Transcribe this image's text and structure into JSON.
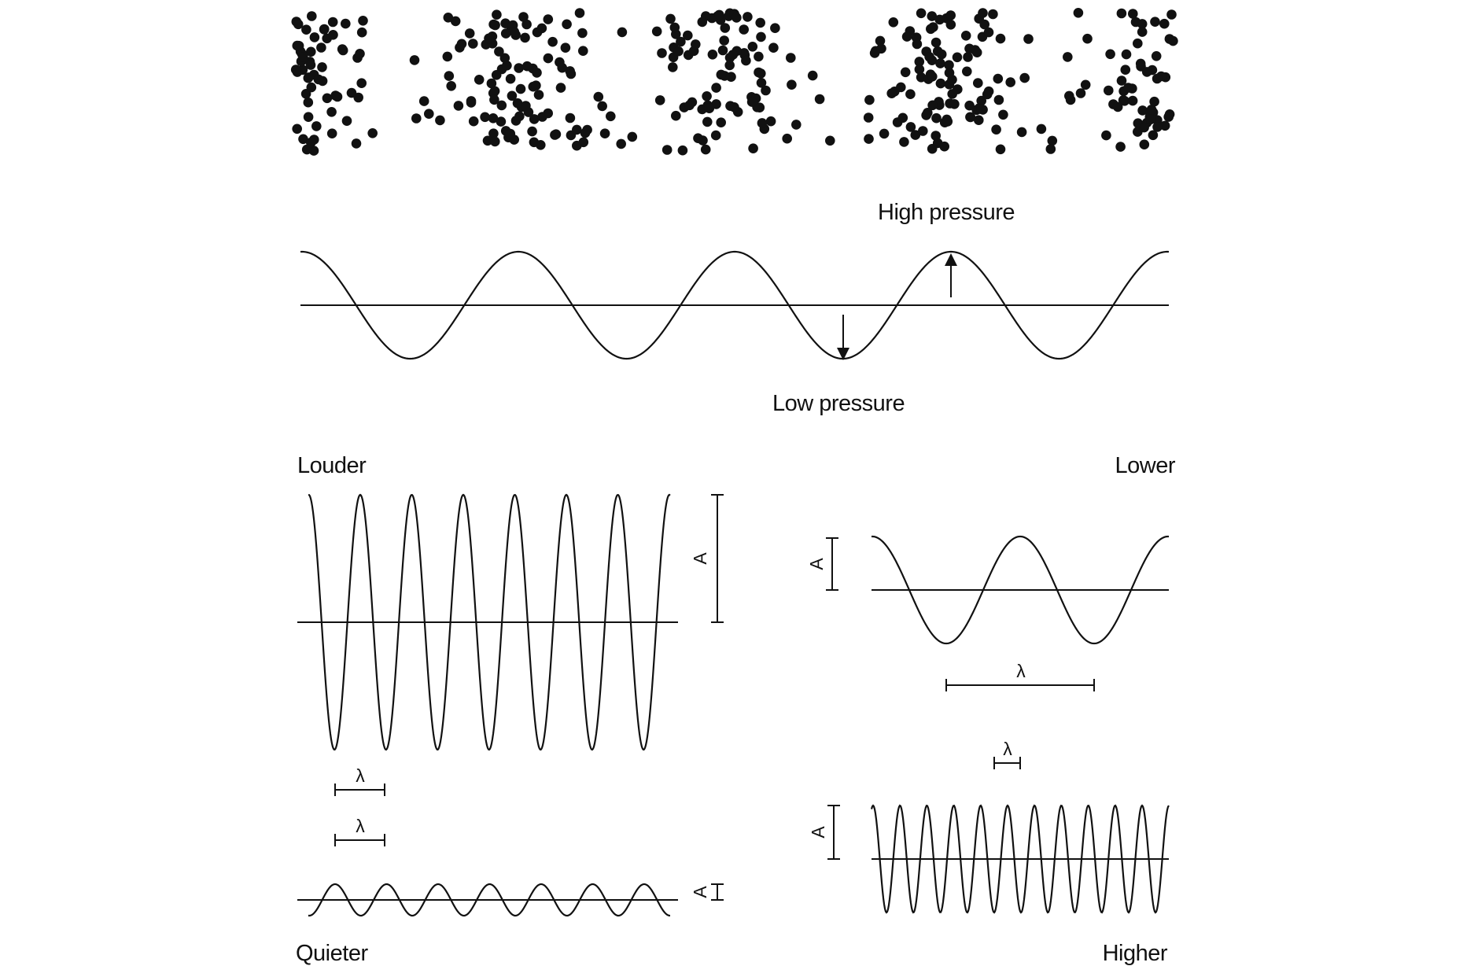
{
  "diagram": {
    "labels": {
      "high_pressure": "High pressure",
      "low_pressure": "Low pressure",
      "louder": "Louder",
      "quieter": "Quieter",
      "lower": "Lower",
      "higher": "Higher"
    },
    "symbols": {
      "amplitude": "A",
      "wavelength": "λ"
    },
    "colors": {
      "ink": "#111111",
      "background": "#ffffff"
    }
  }
}
